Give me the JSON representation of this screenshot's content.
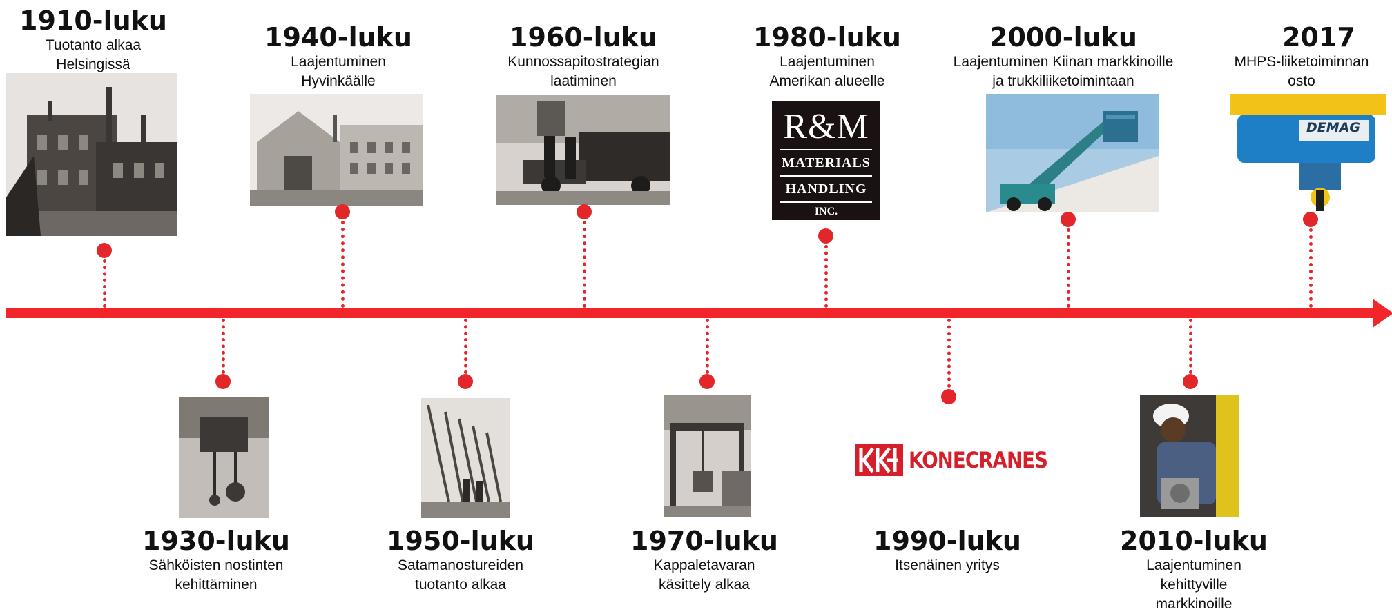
{
  "timeline": {
    "top": [
      {
        "year": "1910-luku",
        "desc": [
          "Tuotanto alkaa",
          "Helsingissä"
        ],
        "image": "old-brick-factory-photo"
      },
      {
        "year": "1940-luku",
        "desc": [
          "Laajentuminen",
          "Hyvinkäälle"
        ],
        "image": "kone-factory-building-photo"
      },
      {
        "year": "1960-luku",
        "desc": [
          "Kunnossapitostrategian",
          "laatiminen"
        ],
        "image": "huoltopalvelu-truck-photo"
      },
      {
        "year": "1980-luku",
        "desc": [
          "Laajentuminen",
          "Amerikan alueelle"
        ],
        "image": "rm-materials-handling-logo"
      },
      {
        "year": "2000-luku",
        "desc": [
          "Laajentuminen Kiinan markkinoille",
          "ja trukkiliiketoimintaan"
        ],
        "image": "reach-stacker-photo"
      },
      {
        "year": "2017",
        "desc": [
          "MHPS-liiketoiminnan",
          "osto"
        ],
        "image": "demag-hoist-photo"
      }
    ],
    "bottom": [
      {
        "year": "1930-luku",
        "desc": [
          "Sähköisten nostinten",
          "kehittäminen"
        ],
        "image": "electric-hoist-photo"
      },
      {
        "year": "1950-luku",
        "desc": [
          "Satamanostureiden",
          "tuotanto alkaa"
        ],
        "image": "harbour-cranes-photo"
      },
      {
        "year": "1970-luku",
        "desc": [
          "Kappaletavaran",
          "käsittely alkaa"
        ],
        "image": "overhead-crane-photo"
      },
      {
        "year": "1990-luku",
        "desc": [
          "Itsenäinen yritys"
        ],
        "image": "konecranes-logo"
      },
      {
        "year": "2010-luku",
        "desc": [
          "Laajentuminen",
          "kehittyville",
          "markkinoille"
        ],
        "image": "technician-at-work-photo"
      }
    ]
  },
  "logos": {
    "rm": {
      "line1": "R&M",
      "line2": "MATERIALS",
      "line3": "HANDLING",
      "line4": "INC."
    },
    "konecranes": {
      "name": "KONECRANES"
    },
    "demag": {
      "name": "DEMAG"
    }
  },
  "colors": {
    "timeline_red": "#f2262a",
    "konecranes_red": "#d51f2b",
    "rm_logo_bg": "#1a1212"
  }
}
